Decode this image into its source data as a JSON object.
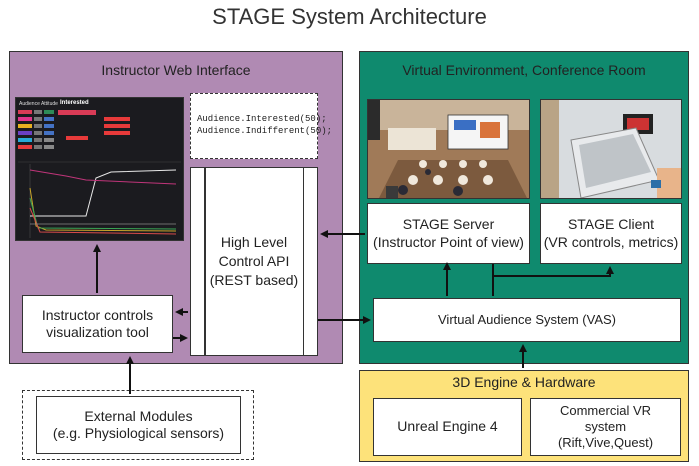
{
  "title": "STAGE System Architecture",
  "instructor_panel": {
    "title": "Instructor Web Interface",
    "dashboard": {
      "header_left": "Audience Attitude",
      "header_right": "Interested"
    },
    "code_lines": [
      "Audience.Interested(50);",
      "Audience.Indifferent(50);"
    ],
    "api_label": "High Level\nControl API\n(REST based)",
    "controls_label": "Instructor controls\nvisualization tool"
  },
  "external_modules": "External Modules\n(e.g. Physiological sensors)",
  "venv_panel": {
    "title": "Virtual Environment, Conference Room",
    "server_label": "STAGE Server\n(Instructor Point of view)",
    "client_label": "STAGE Client\n(VR controls, metrics)",
    "vas_label": "Virtual Audience System (VAS)"
  },
  "engine_panel": {
    "title": "3D Engine & Hardware",
    "unreal_label": "Unreal Engine 4",
    "vr_label": "Commercial VR\nsystem\n(Rift,Vive,Quest)"
  },
  "colors": {
    "instructor_bg": "#b08ab3",
    "venv_bg": "#0f8a6e",
    "engine_bg": "#fde27a"
  }
}
